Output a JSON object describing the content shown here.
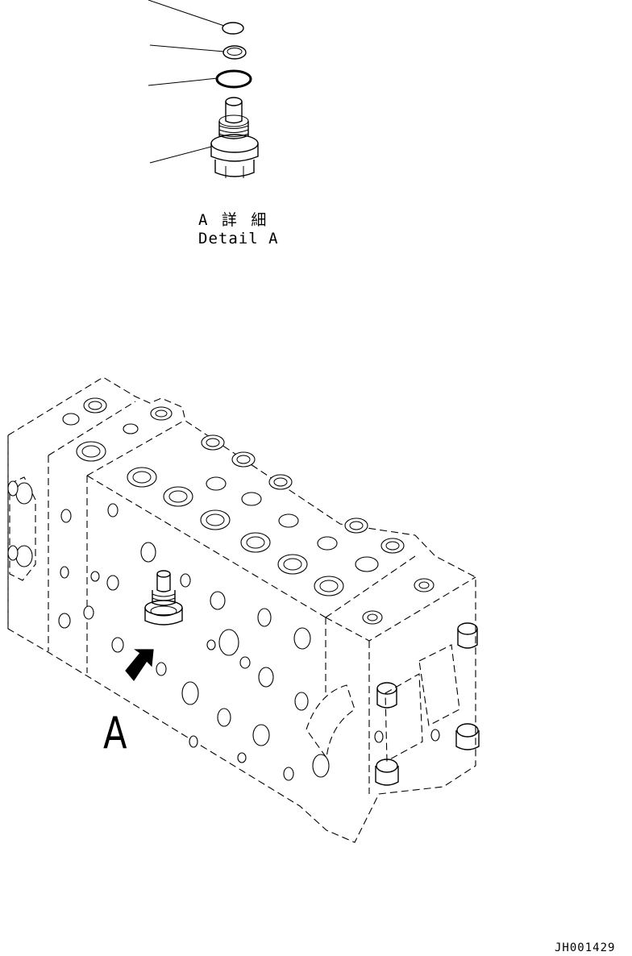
{
  "detail": {
    "title_ja": "A 詳 細",
    "title_en": "Detail A"
  },
  "view_label": "A",
  "drawing_number": "JH001429"
}
